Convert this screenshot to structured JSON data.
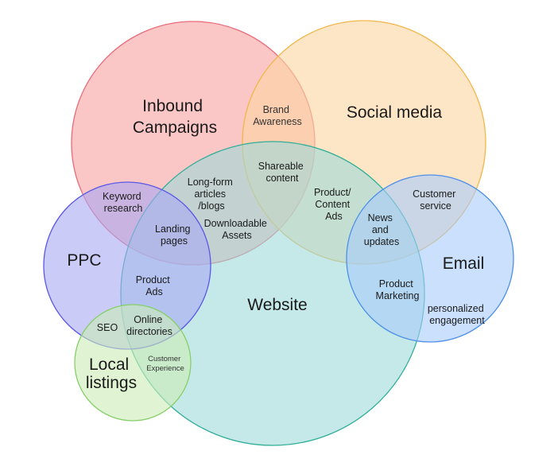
{
  "circles": {
    "inbound": {
      "label": [
        "Inbound",
        "Campaigns"
      ],
      "fill": "#f8a0a0",
      "stroke": "#e86a78"
    },
    "social": {
      "label": [
        "Social media"
      ],
      "fill": "#fbd6a0",
      "stroke": "#f2b64a"
    },
    "website": {
      "label": [
        "Website"
      ],
      "fill": "#9ed8d8",
      "stroke": "#2eae98"
    },
    "ppc": {
      "label": [
        "PPC"
      ],
      "fill": "#a9a8f4",
      "stroke": "#5a58e6"
    },
    "email": {
      "label": [
        "Email"
      ],
      "fill": "#a8ccfa",
      "stroke": "#4d8fea"
    },
    "local": {
      "label": [
        "Local",
        "listings"
      ],
      "fill": "#cbedb6",
      "stroke": "#86cf6a"
    }
  },
  "overlaps": {
    "brand_awareness": [
      "Brand",
      "Awareness"
    ],
    "shareable_content": [
      "Shareable",
      "content"
    ],
    "long_form": [
      "Long-form",
      "articles",
      "/blogs"
    ],
    "downloadable": [
      "Downloadable",
      "Assets"
    ],
    "keyword_research": [
      "Keyword",
      "research"
    ],
    "landing_pages": [
      "Landing",
      "pages"
    ],
    "product_content_ads": [
      "Product/",
      "Content",
      "Ads"
    ],
    "news_updates": [
      "News",
      "and",
      "updates"
    ],
    "customer_service": [
      "Customer",
      "service"
    ],
    "product_ads": [
      "Product",
      "Ads"
    ],
    "product_marketing": [
      "Product",
      "Marketing"
    ],
    "personalized_engagement": [
      "personalized",
      "engagement"
    ],
    "seo": [
      "SEO"
    ],
    "online_directories": [
      "Online",
      "directories"
    ],
    "customer_experience": [
      "Customer",
      "Experience"
    ]
  }
}
